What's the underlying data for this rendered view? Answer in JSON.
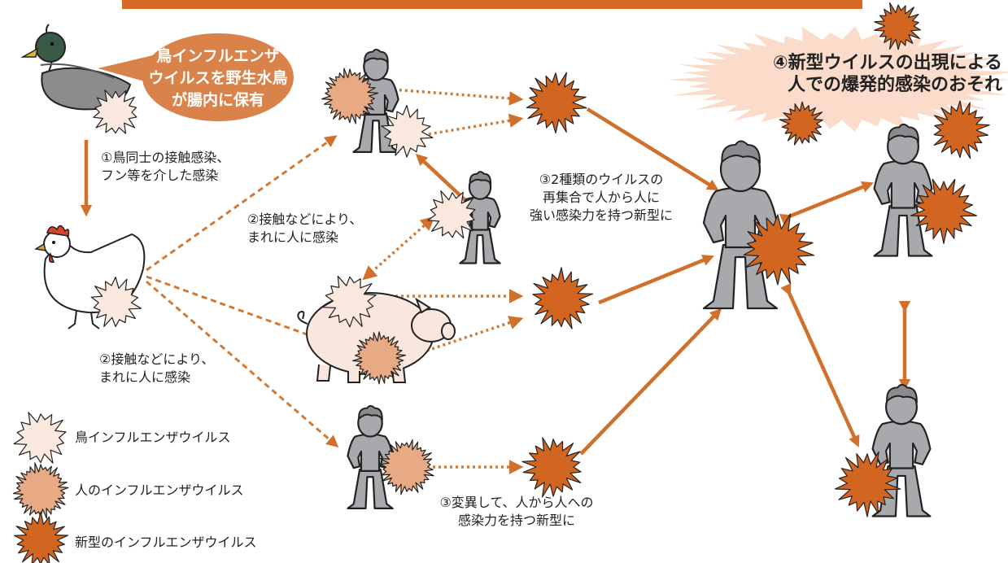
{
  "colors": {
    "bar": "#d86a25",
    "arrow": "#d0702a",
    "dotted": "#d07a35",
    "bubble": "#d9834a",
    "person": "#a7a9ac",
    "outline": "#222222",
    "bird_virus": "#fbe9df",
    "human_virus": "#e7aa85",
    "new_virus": "#d2651f",
    "pig": "#f9e6dc",
    "burst": "#fbdccb"
  },
  "bubble": {
    "text": "鳥インフルエンザ\nウイルスを野生水鳥\nが腸内に保有"
  },
  "headline": {
    "text": "④新型ウイルスの出現による\n人での爆発的感染のおそれ"
  },
  "labels": {
    "step1": "①鳥同士の接触感染、\nフン等を介した感染",
    "step2a": "②接触などにより、\nまれに人に感染",
    "step2b": "②接触などにより、\nまれに人に感染",
    "step3a": "③2種類のウイルスの\n再集合で人から人に\n強い感染力を持つ新型に",
    "step3b": "③変異して、人から人への\n感染力を持つ新型に"
  },
  "legend": {
    "bird_virus": "鳥インフルエンザウイルス",
    "human_virus": "人のインフルエンザウイルス",
    "new_virus": "新型のインフルエンザウイルス"
  }
}
